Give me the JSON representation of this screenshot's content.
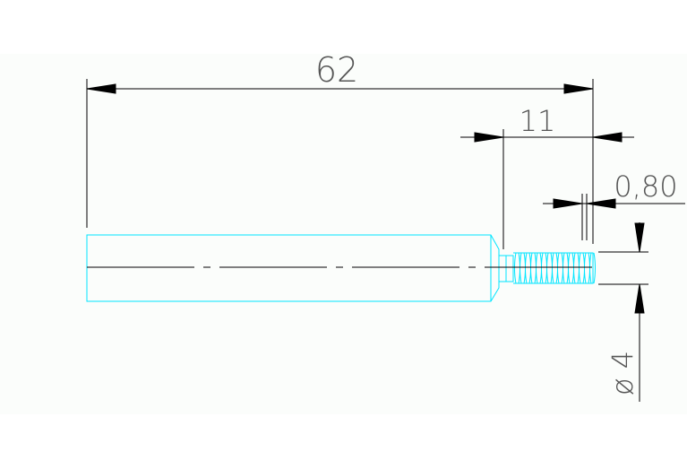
{
  "drawing": {
    "background_color": "#ffffff",
    "sheet_color": "#fbfdfb",
    "part_color": "#00e5ff",
    "dimension_color": "#000000",
    "text_color": "#555555",
    "dimensions": {
      "overall_length": "62",
      "thread_length": "11",
      "thread_pitch": "0,80",
      "diameter": "ø 4"
    }
  }
}
